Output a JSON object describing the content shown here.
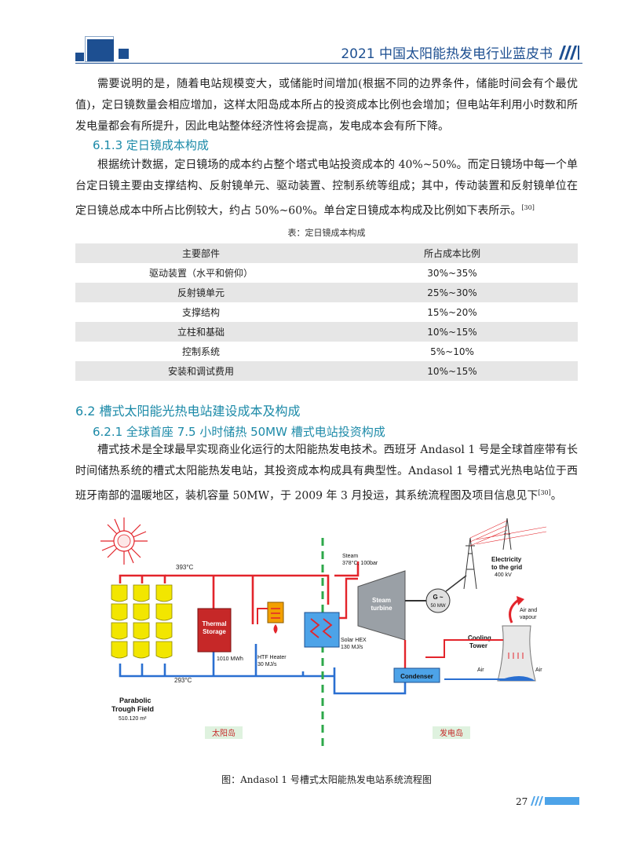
{
  "header": {
    "title": "2021 中国太阳能热发电行业蓝皮书"
  },
  "intro_paragraph": "需要说明的是，随着电站规模变大，或储能时间增加(根据不同的边界条件，储能时间会有个最优值)，定日镜数量会相应增加，这样太阳岛成本所占的投资成本比例也会增加；但电站年利用小时数和所发电量都会有所提升，因此电站整体经济性将会提高，发电成本会有所下降。",
  "section_613": {
    "heading": "6.1.3 定日镜成本构成",
    "paragraph": "根据统计数据，定日镜场的成本约占整个塔式电站投资成本的 40%~50%。而定日镜场中每一个单台定日镜主要由支撑结构、反射镜单元、驱动装置、控制系统等组成；其中，传动装置和反射镜单位在定日镜总成本中所占比例较大，约占 50%~60%。单台定日镜成本构成及比例如下表所示。",
    "citation": "[30]"
  },
  "table": {
    "caption": "表：定日镜成本构成",
    "headers": [
      "主要部件",
      "所占成本比例"
    ],
    "rows": [
      [
        "驱动装置（水平和俯仰）",
        "30%~35%"
      ],
      [
        "反射镜单元",
        "25%~30%"
      ],
      [
        "支撑结构",
        "15%~20%"
      ],
      [
        "立柱和基础",
        "10%~15%"
      ],
      [
        "控制系统",
        "5%~10%"
      ],
      [
        "安装和调试费用",
        "10%~15%"
      ]
    ]
  },
  "section_62": {
    "heading": "6.2 槽式太阳能光热电站建设成本及构成"
  },
  "section_621": {
    "heading": "6.2.1 全球首座 7.5 小时储热 50MW 槽式电站投资构成",
    "paragraph": "槽式技术是全球最早实现商业化运行的太阳能热发电技术。西班牙 Andasol 1 号是全球首座带有长时间储热系统的槽式太阳能热发电站，其投资成本构成具有典型性。Andasol 1 号槽式光热电站位于西班牙南部的温暖地区，装机容量 50MW，于 2009 年 3 月投运，其系统流程图及项目信息见下",
    "citation": "[30]",
    "tail": "。"
  },
  "diagram": {
    "temp_hot": "393°C",
    "temp_cold": "293°C",
    "field_label_1": "Parabolic",
    "field_label_2": "Trough Field",
    "field_area": "510.120 m²",
    "storage_1": "Thermal",
    "storage_2": "Storage",
    "storage_cap": "1010 MWh",
    "heater_1": "HTF Heater",
    "heater_2": "30 MJ/s",
    "hex_1": "Solar HEX",
    "hex_2": "130 MJ/s",
    "steam_1": "Steam",
    "steam_2": "378°C, 100bar",
    "turbine_1": "Steam",
    "turbine_2": "turbine",
    "gen_1": "G ~",
    "gen_2": "50 MW",
    "grid_1": "Electricity",
    "grid_2": "to the grid",
    "grid_3": "400 kV",
    "vapour_1": "Air and",
    "vapour_2": "vapour",
    "tower_1": "Cooling",
    "tower_2": "Tower",
    "air_left": "Air",
    "air_right": "Air",
    "condenser": "Condenser",
    "solar_island": "太阳岛",
    "power_island": "发电岛"
  },
  "figure_caption": "图：Andasol 1 号槽式太阳能热发电站系统流程图",
  "page_number": "27",
  "colors": {
    "brand": "#1d4f91",
    "heading": "#1c8aa8",
    "pipe_hot": "#e3242b",
    "pipe_cold": "#2a6fd1"
  }
}
